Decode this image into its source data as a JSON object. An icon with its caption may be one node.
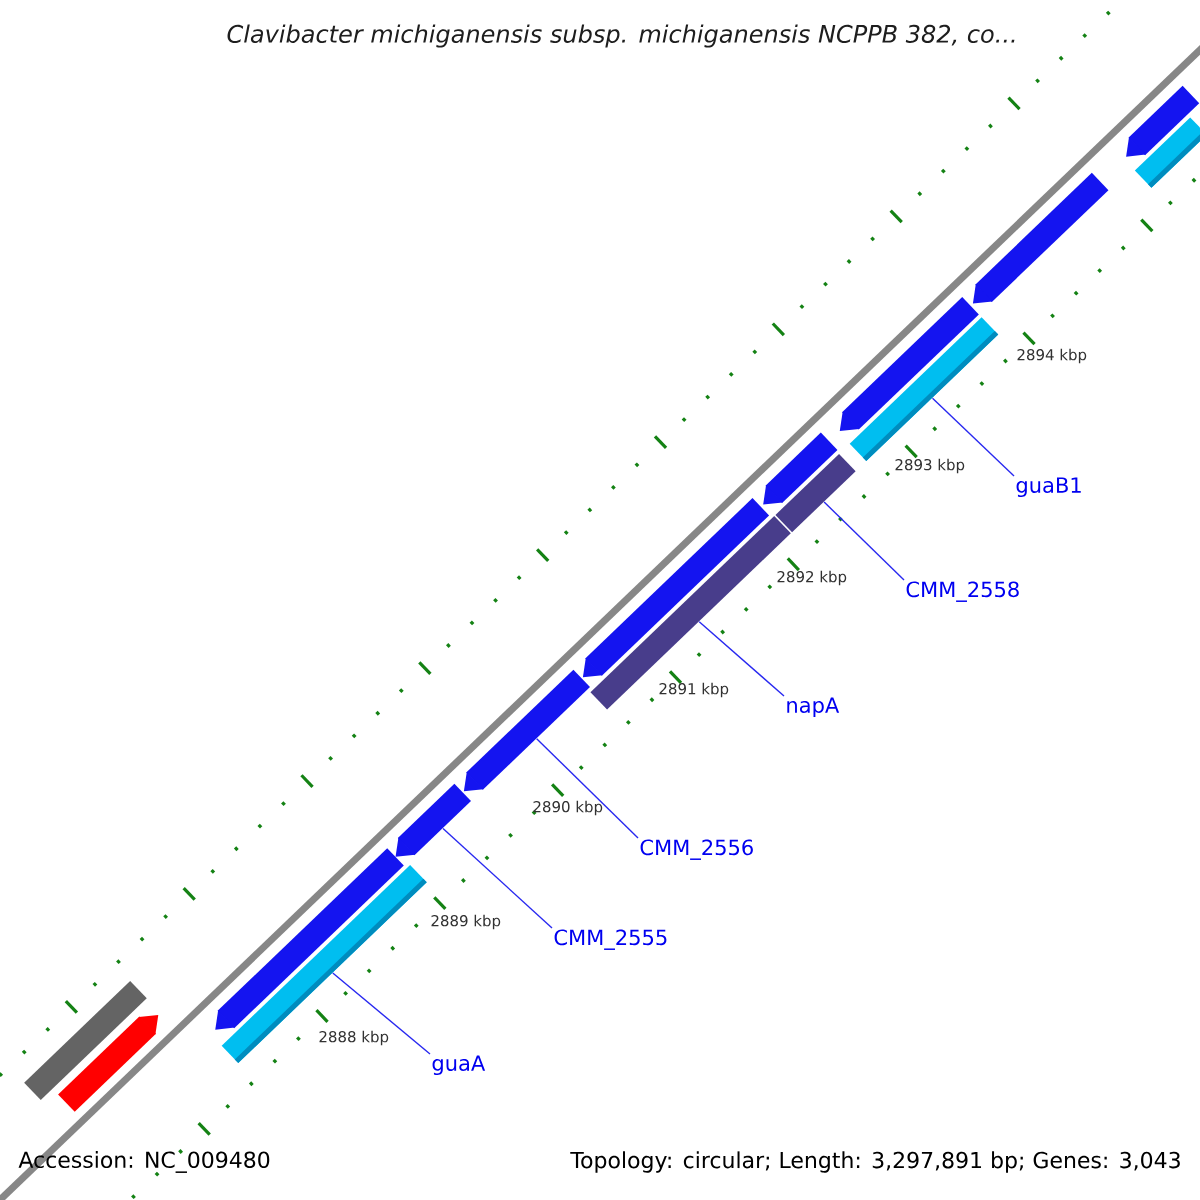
{
  "diagram": {
    "title": "Clavibacter michiganensis subsp. michiganensis NCPPB 382, co...",
    "nodes": [
      {
        "text": [
          "guaA"
        ]
      },
      {
        "text": [
          "CMM_2555"
        ]
      },
      {
        "text": [
          "CMM_2556"
        ]
      },
      {
        "text": [
          "napA"
        ]
      },
      {
        "text": [
          "CMM_2558"
        ]
      },
      {
        "text": [
          "guaB1"
        ]
      },
      {
        "text": [],
        "shape": "bar"
      },
      {
        "text": [],
        "shape": "bar"
      },
      {
        "text": [],
        "shape": "bar"
      },
      {
        "text": [],
        "shape": "bar"
      },
      {
        "text": [],
        "shape": "bar"
      },
      {
        "text": [],
        "shape": "bar"
      },
      {
        "text": [],
        "shape": "bar"
      },
      {
        "text": [],
        "shape": "bar"
      },
      {
        "text": [],
        "shape": "bar"
      },
      {
        "text": [],
        "shape": "bar"
      },
      {
        "text": [],
        "shape": "bar"
      },
      {
        "text": [],
        "shape": "bar"
      },
      {
        "text": [],
        "shape": "bar"
      },
      {
        "text": [],
        "shape": "bar"
      },
      {
        "text": [],
        "shape": "bar"
      }
    ],
    "edges": [
      {
        "from": 0,
        "to": 8,
        "arrow": "none"
      },
      {
        "from": 1,
        "to": 10,
        "arrow": "none"
      },
      {
        "from": 2,
        "to": 11,
        "arrow": "none"
      },
      {
        "from": 3,
        "to": 12,
        "arrow": "none"
      },
      {
        "from": 4,
        "to": 15,
        "arrow": "none"
      },
      {
        "from": 5,
        "to": 16,
        "arrow": "none"
      }
    ],
    "labels": [
      "2894 kbp",
      "2893 kbp",
      "2892 kbp",
      "2891 kbp",
      "2890 kbp",
      "2889 kbp",
      "2888 kbp",
      "Accession: NC_009480",
      "Topology: circular; Length: 3,297,891 bp; Genes: 3,043"
    ]
  }
}
